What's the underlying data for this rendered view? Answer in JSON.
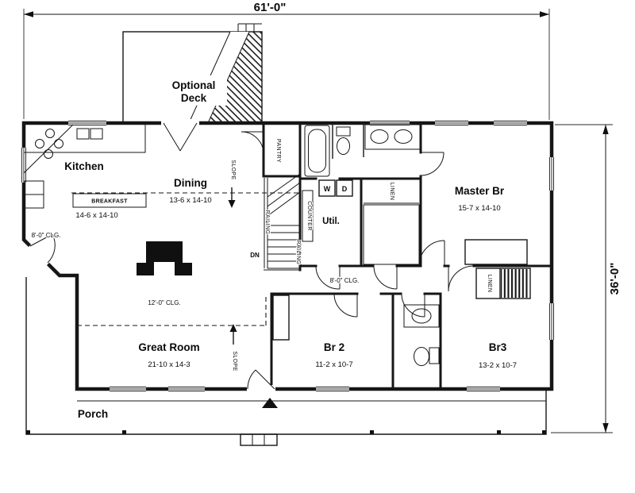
{
  "dimensions": {
    "width": "61'-0\"",
    "depth": "36'-0\""
  },
  "deck": {
    "line1": "Optional",
    "line2": "Deck"
  },
  "kitchen": {
    "name": "Kitchen",
    "breakfast_bar": "BREAKFAST",
    "size": "14-6 x 14-10"
  },
  "dining": {
    "name": "Dining",
    "size": "13-6 x 14-10"
  },
  "pantry": {
    "name": "PANTRY"
  },
  "stairs": {
    "dn": "DN",
    "railing": "RAILING"
  },
  "util": {
    "name": "Util.",
    "counter": "COUNTER",
    "washer": "W",
    "dryer": "D"
  },
  "master": {
    "name": "Master Br",
    "size": "15-7 x 14-10"
  },
  "great_room": {
    "name": "Great Room",
    "size": "21-10 x 14-3",
    "ceiling": "12'-0\" CLG."
  },
  "br2": {
    "name": "Br 2",
    "size": "11-2 x 10-7"
  },
  "br3": {
    "name": "Br3",
    "size": "13-2 x 10-7"
  },
  "porch": {
    "name": "Porch"
  },
  "annotations": {
    "ceiling_left": "8'-0\" CLG.",
    "ceiling_hall": "8'-0\" CLG.",
    "slope": "SLOPE",
    "linen": "LINEN"
  }
}
